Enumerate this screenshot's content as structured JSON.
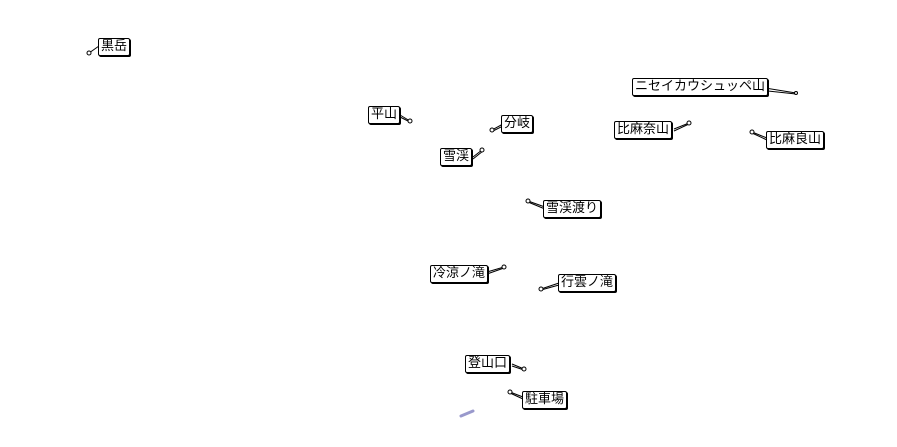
{
  "map": {
    "places": [
      {
        "id": "kurodake",
        "label": "黒岳"
      },
      {
        "id": "niseikaushuppe",
        "label": "ニセイカウシュッペ山"
      },
      {
        "id": "hirayama",
        "label": "平山"
      },
      {
        "id": "bunki",
        "label": "分岐"
      },
      {
        "id": "hima-nai",
        "label": "比麻奈山"
      },
      {
        "id": "hima-ryo",
        "label": "比麻良山"
      },
      {
        "id": "sekkei",
        "label": "雪渓"
      },
      {
        "id": "sekkei-watari",
        "label": "雪渓渡り"
      },
      {
        "id": "reiryo",
        "label": "冷涼ノ滝"
      },
      {
        "id": "kouun",
        "label": "行雲ノ滝"
      },
      {
        "id": "tozanguchi",
        "label": "登山口"
      },
      {
        "id": "chushajo",
        "label": "駐車場"
      }
    ],
    "track_color": "#9999cc",
    "marker_color": "#000000"
  }
}
